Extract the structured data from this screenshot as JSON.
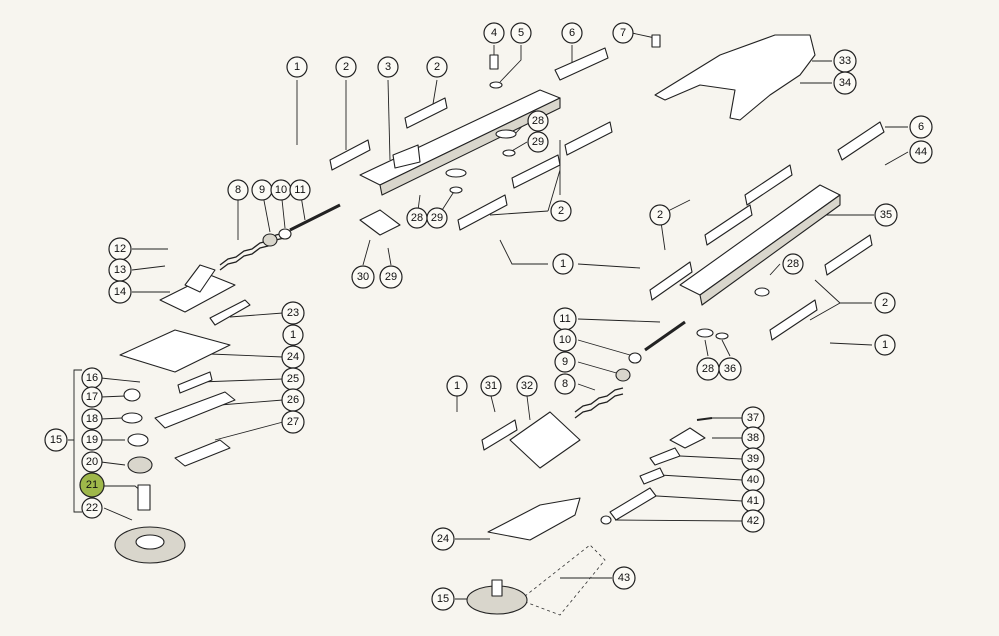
{
  "callouts": [
    {
      "id": "c1a",
      "label": "1"
    },
    {
      "id": "c2a",
      "label": "2"
    },
    {
      "id": "c3",
      "label": "3"
    },
    {
      "id": "c2b",
      "label": "2"
    },
    {
      "id": "c4",
      "label": "4"
    },
    {
      "id": "c5",
      "label": "5"
    },
    {
      "id": "c6a",
      "label": "6"
    },
    {
      "id": "c7",
      "label": "7"
    },
    {
      "id": "c33",
      "label": "33"
    },
    {
      "id": "c34",
      "label": "34"
    },
    {
      "id": "c28a",
      "label": "28"
    },
    {
      "id": "c29a",
      "label": "29"
    },
    {
      "id": "c6b",
      "label": "6"
    },
    {
      "id": "c44",
      "label": "44"
    },
    {
      "id": "c8a",
      "label": "8"
    },
    {
      "id": "c9a",
      "label": "9"
    },
    {
      "id": "c10a",
      "label": "10"
    },
    {
      "id": "c11a",
      "label": "11"
    },
    {
      "id": "c28b",
      "label": "28"
    },
    {
      "id": "c29b",
      "label": "29"
    },
    {
      "id": "c2c",
      "label": "2"
    },
    {
      "id": "c2d",
      "label": "2"
    },
    {
      "id": "c35",
      "label": "35"
    },
    {
      "id": "c30",
      "label": "30"
    },
    {
      "id": "c29c",
      "label": "29"
    },
    {
      "id": "c12",
      "label": "12"
    },
    {
      "id": "c13",
      "label": "13"
    },
    {
      "id": "c14",
      "label": "14"
    },
    {
      "id": "c1b",
      "label": "1"
    },
    {
      "id": "c28c",
      "label": "28"
    },
    {
      "id": "c2e",
      "label": "2"
    },
    {
      "id": "c23",
      "label": "23"
    },
    {
      "id": "c1c",
      "label": "1"
    },
    {
      "id": "c24a",
      "label": "24"
    },
    {
      "id": "c11b",
      "label": "11"
    },
    {
      "id": "c1d",
      "label": "1"
    },
    {
      "id": "c10b",
      "label": "10"
    },
    {
      "id": "c28d",
      "label": "28"
    },
    {
      "id": "c36",
      "label": "36"
    },
    {
      "id": "c16",
      "label": "16"
    },
    {
      "id": "c25",
      "label": "25"
    },
    {
      "id": "c9b",
      "label": "9"
    },
    {
      "id": "c17",
      "label": "17"
    },
    {
      "id": "c26",
      "label": "26"
    },
    {
      "id": "c8b",
      "label": "8"
    },
    {
      "id": "c18",
      "label": "18"
    },
    {
      "id": "c1e",
      "label": "1"
    },
    {
      "id": "c31",
      "label": "31"
    },
    {
      "id": "c32",
      "label": "32"
    },
    {
      "id": "c15a",
      "label": "15"
    },
    {
      "id": "c19",
      "label": "19"
    },
    {
      "id": "c27",
      "label": "27"
    },
    {
      "id": "c37",
      "label": "37"
    },
    {
      "id": "c38",
      "label": "38"
    },
    {
      "id": "c20",
      "label": "20"
    },
    {
      "id": "c39",
      "label": "39"
    },
    {
      "id": "c21",
      "label": "21",
      "highlight": true
    },
    {
      "id": "c40",
      "label": "40"
    },
    {
      "id": "c41",
      "label": "41"
    },
    {
      "id": "c22",
      "label": "22"
    },
    {
      "id": "c42",
      "label": "42"
    },
    {
      "id": "c24b",
      "label": "24"
    },
    {
      "id": "c43",
      "label": "43"
    },
    {
      "id": "c15b",
      "label": "15"
    }
  ],
  "colors": {
    "highlight": "#9fb84a",
    "paper": "#f7f5ef",
    "ink": "#222222"
  }
}
